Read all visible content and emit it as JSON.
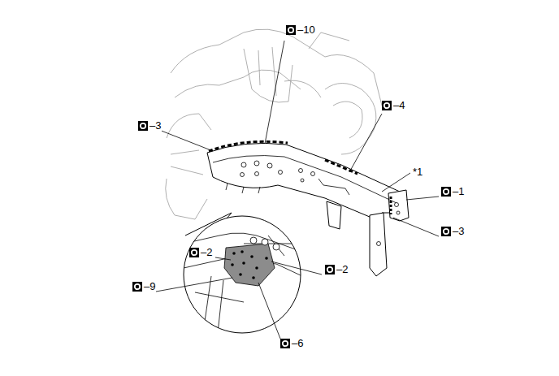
{
  "diagram": {
    "labels": [
      "–10",
      "–3",
      "–4",
      "*1",
      "–1",
      "–3",
      "–2",
      "–2",
      "–9",
      "–6"
    ]
  }
}
